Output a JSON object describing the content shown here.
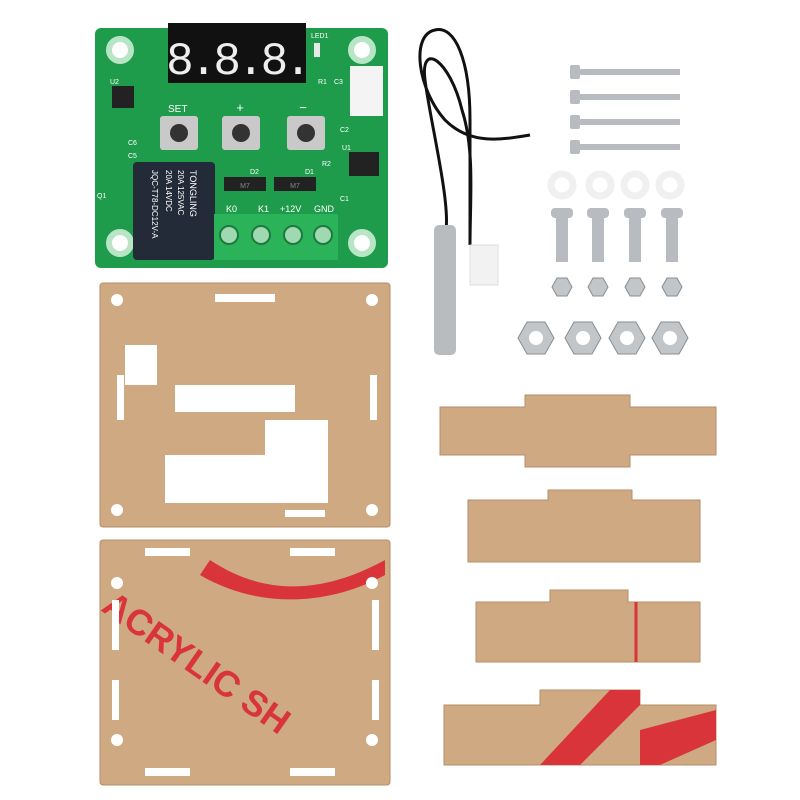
{
  "board": {
    "display": "8.8.8.",
    "led_label": "LED1",
    "button_labels": [
      "SET",
      "+",
      "−"
    ],
    "chip_label": "U2",
    "component_labels": [
      "R1",
      "C3",
      "C2",
      "U1",
      "R2",
      "C1",
      "D2",
      "D1",
      "C6",
      "C5",
      "Q1"
    ],
    "terminal_labels": [
      "K0",
      "K1",
      "+12V",
      "GND"
    ],
    "relay": {
      "brand": "TONGLING",
      "rating1": "20A  125VAC",
      "rating2": "20A  14VDC",
      "model": "JQC-T78-DC12V-A"
    },
    "diode_marks": [
      "M7",
      "M7"
    ]
  },
  "film_text": "ACRYLIC SH",
  "colors": {
    "pcb": "#1f9b4c",
    "terminal": "#2bb35a",
    "acrylic": "#cfa982",
    "film_red": "#d8343a"
  }
}
